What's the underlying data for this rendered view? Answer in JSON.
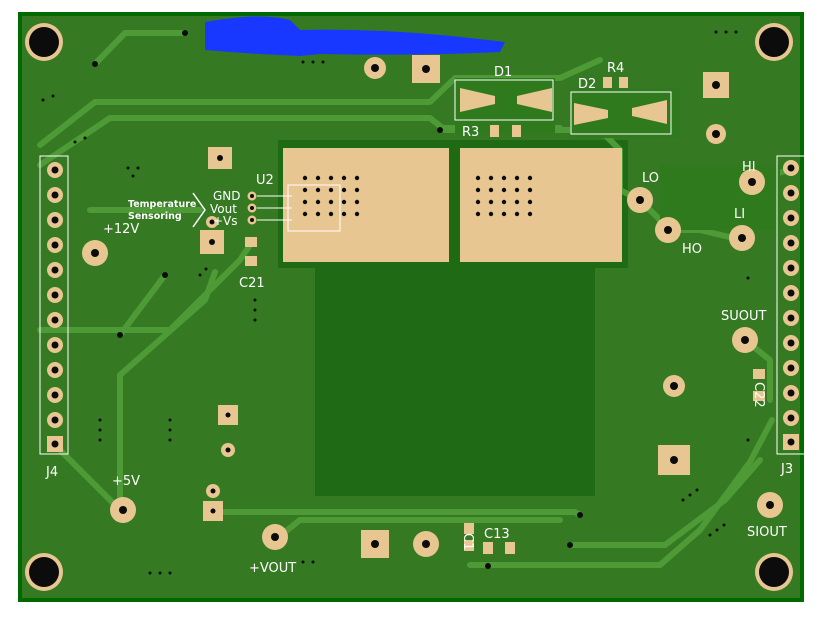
{
  "board": {
    "colors": {
      "substrate": "#006a00",
      "copper": "#357a22",
      "trace": "#4d9a36",
      "pad": "#e8c692",
      "silk": "#ffffff",
      "hole": "#0c0c0c",
      "redaction": "#1838ff"
    },
    "labels": {
      "d1": "D1",
      "d2": "D2",
      "r4": "R4",
      "r3": "R3",
      "u2": "U2",
      "gnd": "GND",
      "vout": "Vout",
      "vs": "+Vs",
      "temp_line1": "Temperature",
      "temp_line2": "Sensoring",
      "v12": "+12V",
      "c21": "C21",
      "lo": "LO",
      "hi": "HI",
      "li": "LI",
      "ho": "HO",
      "suout": "SUOUT",
      "c22": "C22",
      "j3": "J3",
      "j4": "J4",
      "v5": "+5V",
      "vout_pin": "+VOUT",
      "c1": "C1",
      "c13": "C13",
      "siout": "SIOUT"
    }
  }
}
